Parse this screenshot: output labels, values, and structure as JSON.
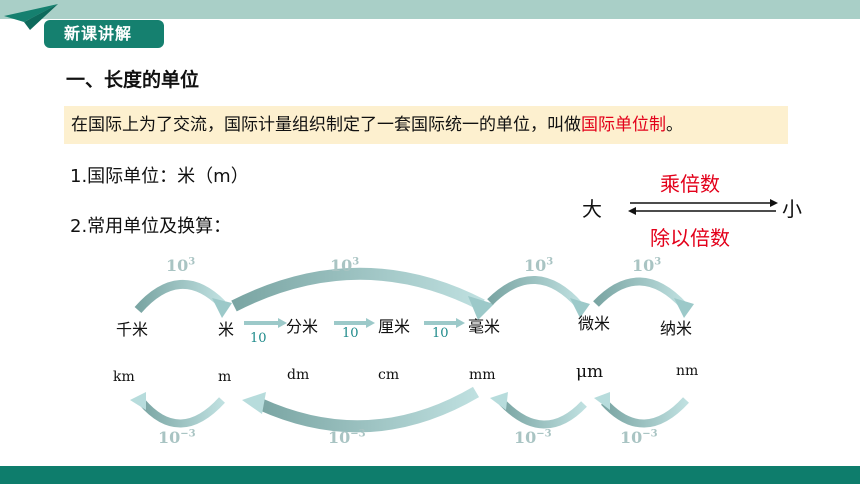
{
  "badge": {
    "label": "新课讲解"
  },
  "heading": "一、长度的单位",
  "callout": {
    "text": "在国际上为了交流，国际计量组织制定了一套国际统一的单位，叫做",
    "highlight": "国际单位制",
    "tail": "。"
  },
  "items": [
    {
      "text": "1.国际单位：米（m）"
    },
    {
      "text": "2.常用单位及换算："
    }
  ],
  "rule": {
    "multiply": "乘倍数",
    "divide": "除以倍数",
    "big": "大",
    "small": "小"
  },
  "units": [
    {
      "name": "千米",
      "symbol": "km"
    },
    {
      "name": "米",
      "symbol": "m"
    },
    {
      "name": "分米",
      "symbol": "dm"
    },
    {
      "name": "厘米",
      "symbol": "cm"
    },
    {
      "name": "毫米",
      "symbol": "mm"
    },
    {
      "name": "微米",
      "symbol": "μm"
    },
    {
      "name": "纳米",
      "symbol": "nm"
    }
  ],
  "factors": {
    "ten": "10",
    "base": "10",
    "up_exp": "3",
    "down_exp": "−3"
  },
  "colors": {
    "teal": "#15806f",
    "topbar": "#a9cfc7",
    "bottombar": "#0e7d6c",
    "highlight_bg": "#fdf0cf",
    "red": "#e3001a",
    "arrow": "#9cc9c9"
  }
}
